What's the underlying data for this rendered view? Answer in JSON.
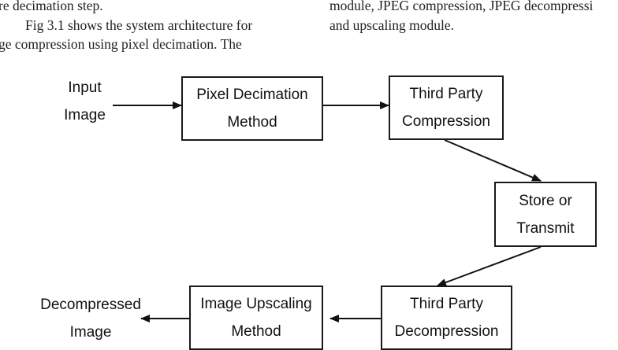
{
  "text_fragments": {
    "left_line1": "re decimation step.",
    "left_line2": "Fig 3.1 shows the system architecture for",
    "left_line3": "ge compression using pixel decimation. The",
    "right_line1": "module, JPEG compression, JPEG decompressi",
    "right_line2": "and upscaling module."
  },
  "diagram": {
    "input_label": [
      "Input",
      "Image"
    ],
    "output_label": [
      "Decompressed",
      "Image"
    ],
    "nodes": {
      "pixel_decimation": [
        "Pixel Decimation",
        "Method"
      ],
      "third_party_compression": [
        "Third Party",
        "Compression"
      ],
      "store_transmit": [
        "Store or",
        "Transmit"
      ],
      "third_party_decompression": [
        "Third Party",
        "Decompression"
      ],
      "image_upscaling": [
        "Image Upscaling",
        "Method"
      ]
    }
  }
}
